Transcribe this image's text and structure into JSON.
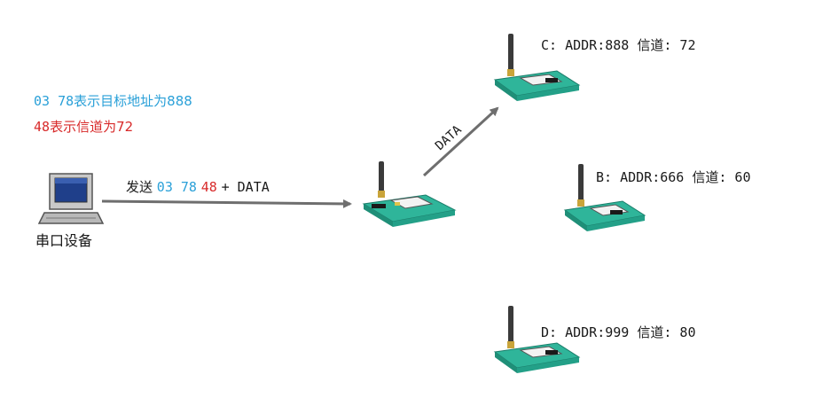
{
  "colors": {
    "blue": "#2aa0d8",
    "red": "#d82a2a",
    "arrow": "#6e6e6e",
    "board": "#2fb59a",
    "pc_screen": "#1f3f8a"
  },
  "notes": {
    "address_bytes": "03 78",
    "address_desc": "表示目标地址为888",
    "channel_byte": "48",
    "channel_desc": "表示信道为72"
  },
  "send": {
    "prefix": "发送",
    "addr_bytes": "03 78",
    "channel_byte": "48",
    "suffix": "+ DATA"
  },
  "serial_device": {
    "label": "串口设备"
  },
  "transmit_label": "DATA",
  "nodes": {
    "C": {
      "text": "C: ADDR:888 信道: 72"
    },
    "B": {
      "text": "B: ADDR:666 信道: 60"
    },
    "D": {
      "text": "D: ADDR:999 信道: 80"
    }
  }
}
